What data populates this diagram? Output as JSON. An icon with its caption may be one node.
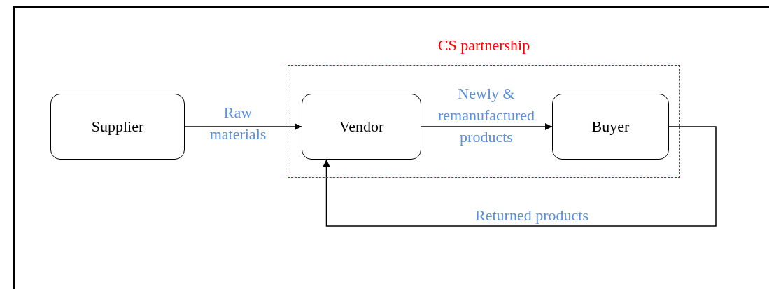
{
  "diagram": {
    "nodes": [
      {
        "text": [
          "CS partnership"
        ]
      },
      {
        "text": [
          "Supplier"
        ]
      },
      {
        "text": [
          "Vendor"
        ],
        "in": 0
      },
      {
        "text": [
          "Buyer"
        ],
        "in": 0
      }
    ],
    "edges": [
      {
        "from": 1,
        "to": 2,
        "arrow": "to",
        "label": "Raw materials"
      },
      {
        "from": 2,
        "to": 3,
        "arrow": "to",
        "label": "Newly & remanufactured products"
      },
      {
        "from": 3,
        "to": 2,
        "arrow": "to",
        "label": "Returned products"
      }
    ]
  }
}
